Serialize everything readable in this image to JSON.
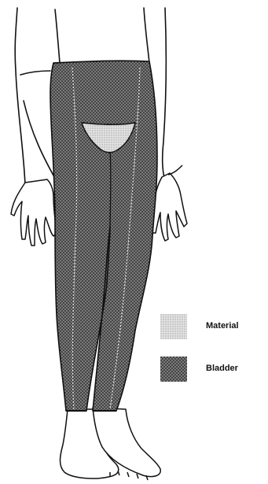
{
  "legend": {
    "items": [
      {
        "label": "Material",
        "pattern": "light-stipple",
        "color": "#c8c8c8"
      },
      {
        "label": "Bladder",
        "pattern": "dark-stipple",
        "color": "#5a5a5a"
      }
    ]
  },
  "colors": {
    "outline": "#111111",
    "background": "#ffffff",
    "bladder_fill": "#5a5a5a",
    "material_fill": "#c8c8c8"
  }
}
